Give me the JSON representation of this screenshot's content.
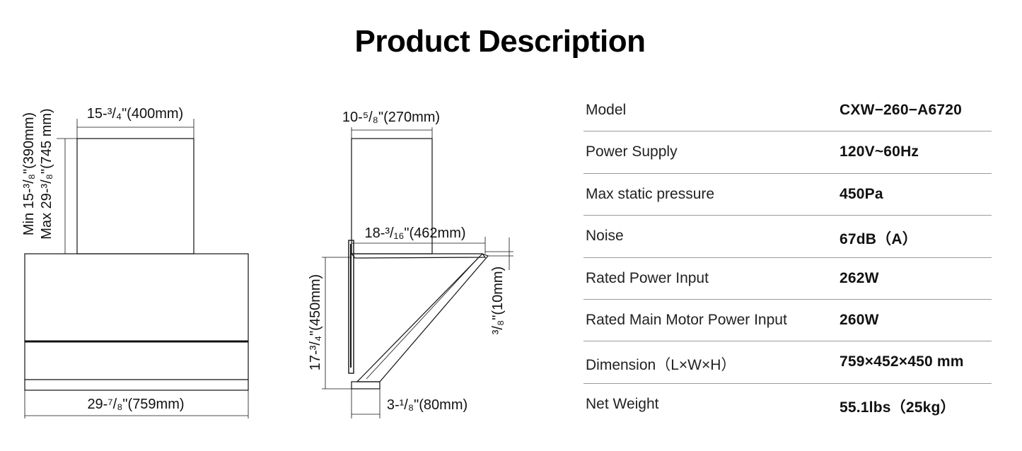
{
  "header": {
    "title": "Product Description"
  },
  "front_view": {
    "top_width": "15-³/₄\"(400mm)",
    "height_min": "Min 15-³/₈\"(390mm)",
    "height_max": "Max 29-³/₈\"(745 mm)",
    "bottom_width": "29-⁷/₈\"(759mm)"
  },
  "side_view": {
    "chimney_width": "10-⁵/₈\"(270mm)",
    "depth": "18-³/₁₆\"(462mm)",
    "height": "17-³/₄\"(450mm)",
    "thickness": "³/₈\"(10mm)",
    "bottom_depth": "3-¹/₈\"(80mm)"
  },
  "specs": [
    {
      "label": "Model",
      "value": "CXW−260−A6720"
    },
    {
      "label": "Power Supply",
      "value": "120V~60Hz"
    },
    {
      "label": "Max static pressure",
      "value": "450Pa"
    },
    {
      "label": "Noise",
      "value": "67dB（A）"
    },
    {
      "label": "Rated Power Input",
      "value": "262W"
    },
    {
      "label": "Rated Main Motor Power Input",
      "value": "260W"
    },
    {
      "label": "Dimension（L×W×H）",
      "value": "759×452×450 mm"
    },
    {
      "label": "Net Weight",
      "value": "55.1lbs（25kg）"
    }
  ]
}
